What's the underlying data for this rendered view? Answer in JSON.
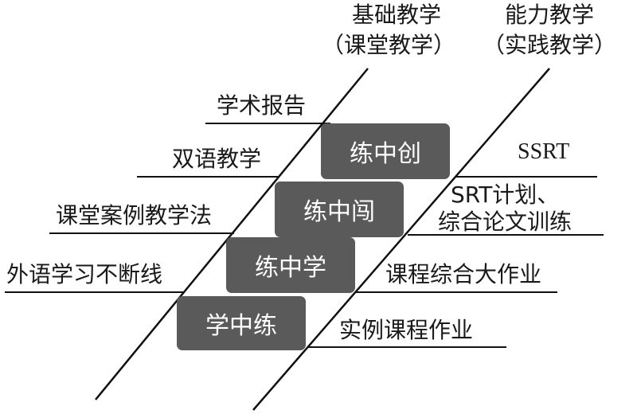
{
  "headers": {
    "left": {
      "line1": "基础教学",
      "line2": "（课堂教学）"
    },
    "right": {
      "line1": "能力教学",
      "line2": "（实践教学）"
    }
  },
  "stages": [
    "学中练",
    "练中学",
    "练中闯",
    "练中创"
  ],
  "left_items": [
    "学术报告",
    "双语教学",
    "课堂案例教学法",
    "外语学习不断线"
  ],
  "right_items": {
    "ssrt": "SSRT",
    "srt_line1": "SRT计划、",
    "srt_line2": "综合论文训练",
    "course_project": "课程综合大作业",
    "case_homework": "实例课程作业"
  }
}
